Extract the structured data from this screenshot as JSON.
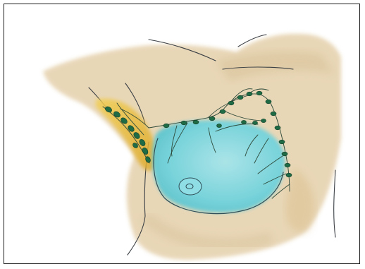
{
  "figure": {
    "skin_color": "#e6d3b0",
    "skin_shadow": "#d9c39a",
    "breast_color": "#6fd3de",
    "breast_highlight": "#a6e6ec",
    "axillary_fat_color": "#e6b93a",
    "node_color": "#1f6b45",
    "vessel_color": "#2e4a3a",
    "outline_color": "#3a3f44",
    "icons": [
      "breast-outline",
      "nipple-areola",
      "lymph-node",
      "lymphatic-vessel",
      "axillary-fat-pad"
    ]
  }
}
